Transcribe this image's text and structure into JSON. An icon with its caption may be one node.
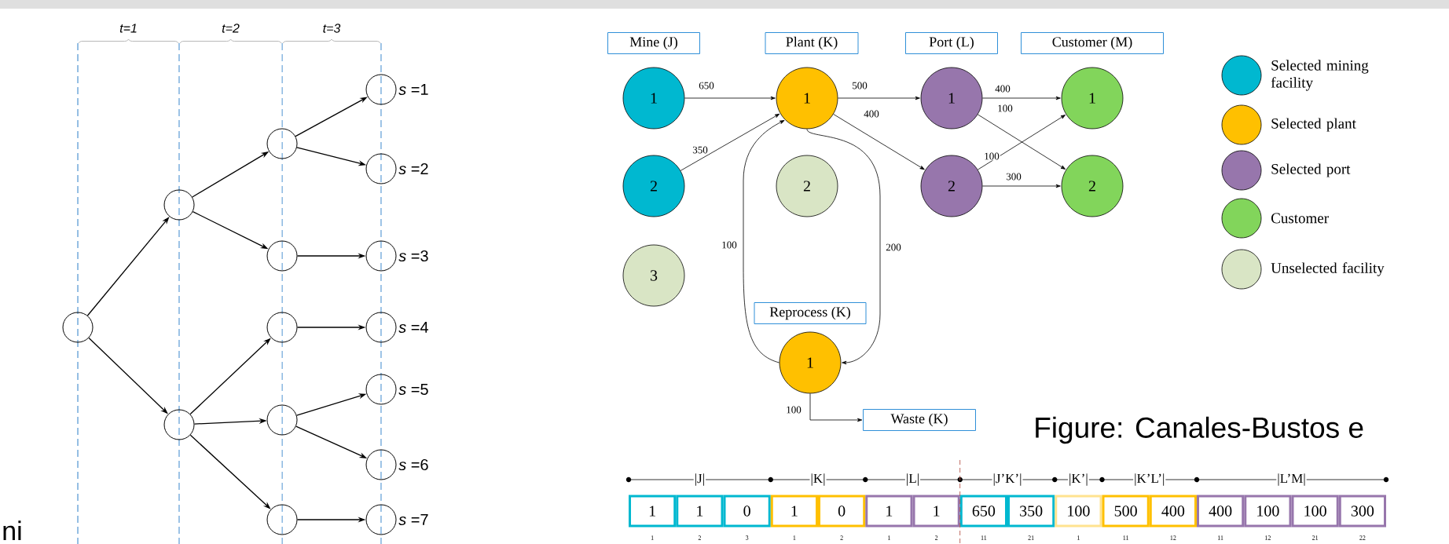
{
  "diagram": {
    "nodes": [
      {
        "text": [],
        "shape": "circle"
      },
      {
        "text": [],
        "shape": "circle"
      },
      {
        "text": [],
        "shape": "circle"
      },
      {
        "text": [],
        "shape": "circle"
      },
      {
        "text": [],
        "shape": "circle"
      },
      {
        "text": [],
        "shape": "circle"
      },
      {
        "text": [],
        "shape": "circle"
      },
      {
        "text": [],
        "shape": "circle"
      },
      {
        "text": [],
        "shape": "circle",
        "beside": [
          "*s* =1"
        ]
      },
      {
        "text": [],
        "shape": "circle",
        "beside": [
          "*s* =2"
        ]
      },
      {
        "text": [],
        "shape": "circle",
        "beside": [
          "*s* =3"
        ]
      },
      {
        "text": [],
        "shape": "circle",
        "beside": [
          "*s* =4"
        ]
      },
      {
        "text": [],
        "shape": "circle",
        "beside": [
          "*s* =5"
        ]
      },
      {
        "text": [],
        "shape": "circle",
        "beside": [
          "*s* =6"
        ]
      },
      {
        "text": [],
        "shape": "circle",
        "beside": [
          "*s* =7"
        ]
      },
      {
        "text": [
          "Mine (J)"
        ]
      },
      {
        "text": [
          "Plant (K)"
        ]
      },
      {
        "text": [
          "Port (L)"
        ]
      },
      {
        "text": [
          "Customer (M)"
        ]
      },
      {
        "text": [
          "1"
        ]
      },
      {
        "text": [
          "2"
        ]
      },
      {
        "text": [
          "3"
        ]
      },
      {
        "text": [
          "1"
        ]
      },
      {
        "text": [
          "2"
        ]
      },
      {
        "text": [
          "1"
        ]
      },
      {
        "text": [
          "2"
        ]
      },
      {
        "text": [
          "1"
        ]
      },
      {
        "text": [
          "2"
        ]
      },
      {
        "text": [
          "Reprocess (K)"
        ]
      },
      {
        "text": [
          "1"
        ]
      },
      {
        "text": [
          "Waste (K)"
        ]
      },
      {
        "text": [
          "1"
        ],
        "beside": [
          "1"
        ]
      },
      {
        "text": [
          "1"
        ],
        "beside": [
          "2"
        ]
      },
      {
        "text": [
          "0"
        ],
        "beside": [
          "3"
        ]
      },
      {
        "text": [
          "1"
        ],
        "beside": [
          "1"
        ]
      },
      {
        "text": [
          "0"
        ],
        "beside": [
          "2"
        ]
      },
      {
        "text": [
          "1"
        ],
        "beside": [
          "1"
        ]
      },
      {
        "text": [
          "1"
        ],
        "beside": [
          "2"
        ]
      },
      {
        "text": [
          "650"
        ],
        "beside": [
          "11"
        ]
      },
      {
        "text": [
          "350"
        ],
        "beside": [
          "21"
        ]
      },
      {
        "text": [
          "100"
        ],
        "beside": [
          "1"
        ]
      },
      {
        "text": [
          "500"
        ],
        "beside": [
          "11"
        ]
      },
      {
        "text": [
          "400"
        ],
        "beside": [
          "12"
        ]
      },
      {
        "text": [
          "400"
        ],
        "beside": [
          "11"
        ]
      },
      {
        "text": [
          "100"
        ],
        "beside": [
          "12"
        ]
      },
      {
        "text": [
          "100"
        ],
        "beside": [
          "21"
        ]
      },
      {
        "text": [
          "300"
        ],
        "beside": [
          "22"
        ]
      }
    ],
    "edges": [
      {
        "from": 0,
        "to": 1,
        "arrow": "to"
      },
      {
        "from": 0,
        "to": 2,
        "arrow": "to"
      },
      {
        "from": 1,
        "to": 3,
        "arrow": "to"
      },
      {
        "from": 1,
        "to": 4,
        "arrow": "to"
      },
      {
        "from": 2,
        "to": 5,
        "arrow": "to"
      },
      {
        "from": 2,
        "to": 6,
        "arrow": "to"
      },
      {
        "from": 2,
        "to": 7,
        "arrow": "to"
      },
      {
        "from": 3,
        "to": 8,
        "arrow": "to"
      },
      {
        "from": 3,
        "to": 9,
        "arrow": "to"
      },
      {
        "from": 4,
        "to": 10,
        "arrow": "to"
      },
      {
        "from": 5,
        "to": 11,
        "arrow": "to"
      },
      {
        "from": 6,
        "to": 12,
        "arrow": "to"
      },
      {
        "from": 6,
        "to": 13,
        "arrow": "to"
      },
      {
        "from": 7,
        "to": 14,
        "arrow": "to"
      },
      {
        "from": 19,
        "to": 22,
        "arrow": "to",
        "label": "650"
      },
      {
        "from": 20,
        "to": 22,
        "arrow": "to",
        "label": "350"
      },
      {
        "from": 22,
        "to": 24,
        "arrow": "to",
        "label": "500"
      },
      {
        "from": 22,
        "to": 25,
        "arrow": "to",
        "label": "400"
      },
      {
        "from": 24,
        "to": 26,
        "arrow": "to",
        "label": "400"
      },
      {
        "from": 24,
        "to": 27,
        "arrow": "to",
        "label": "100"
      },
      {
        "from": 25,
        "to": 26,
        "arrow": "to",
        "label": "100"
      },
      {
        "from": 25,
        "to": 27,
        "arrow": "to",
        "label": "300"
      },
      {
        "from": 22,
        "to": 29,
        "arrow": "to",
        "label": "200"
      },
      {
        "from": 29,
        "to": 22,
        "arrow": "to",
        "label": "100"
      },
      {
        "from": 29,
        "to": 30,
        "arrow": "to",
        "label": "100"
      }
    ],
    "labels": [
      "t=1",
      "t=2",
      "t=3",
      "|J|",
      "|K|",
      "|L|",
      "|J’K’|",
      "|K’|",
      "|K’L’|",
      "|L’M|",
      "ni",
      "Figure: Canales-Bustos e"
    ],
    "legend": [
      {
        "text": "Selected mining facility",
        "color": "#00b8d0"
      },
      {
        "text": "Selected plant",
        "color": "#ffc000"
      },
      {
        "text": "Selected port",
        "color": "#9776ac"
      },
      {
        "text": "Customer",
        "color": "#82d55b"
      },
      {
        "text": "Unselected facility",
        "color": "#d9e5c5"
      }
    ]
  }
}
